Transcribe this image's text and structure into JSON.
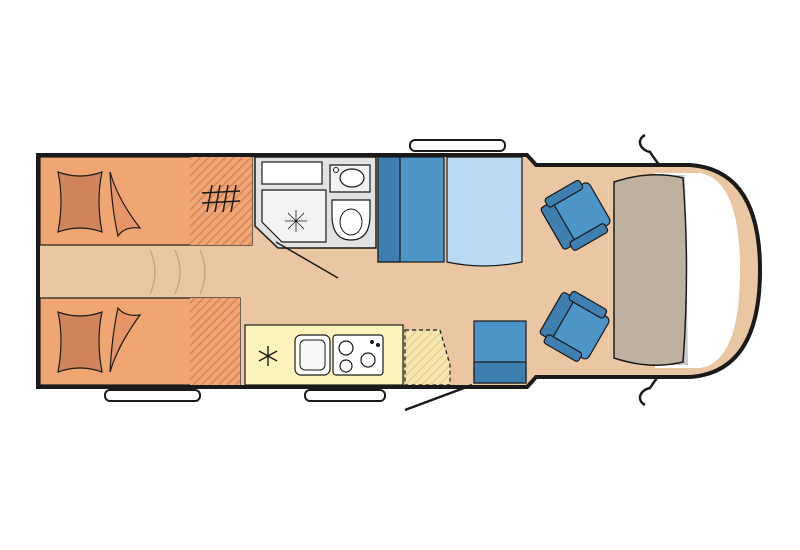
{
  "diagram": {
    "type": "motorhome-floor-plan",
    "zones": [
      {
        "name": "rear-bed-left",
        "kind": "single-bed"
      },
      {
        "name": "rear-bed-right",
        "kind": "single-bed"
      },
      {
        "name": "washroom",
        "kind": "bathroom",
        "features": [
          "shower",
          "toilet",
          "washbasin"
        ]
      },
      {
        "name": "kitchen",
        "kind": "kitchen",
        "features": [
          "fridge",
          "sink",
          "hob"
        ]
      },
      {
        "name": "wardrobe",
        "kind": "storage"
      },
      {
        "name": "dinette",
        "kind": "seating"
      },
      {
        "name": "cab",
        "kind": "driver-area",
        "features": [
          "swivel-seat",
          "swivel-seat",
          "dashboard"
        ]
      },
      {
        "name": "entrance",
        "kind": "door"
      }
    ],
    "colors": {
      "floor": "#eac7a2",
      "bed": "#f0a672",
      "bed_hatch": "#d7845a",
      "pillow": "#cf845c",
      "washroom": "#e2e2e2",
      "kitchen": "#fbf2bc",
      "seat": "#4d94c7",
      "table": "#bcd9f2",
      "dashboard": "#bfb1a0",
      "windscreen": "#c9c9c9",
      "wall": "#1a1a1a"
    }
  }
}
